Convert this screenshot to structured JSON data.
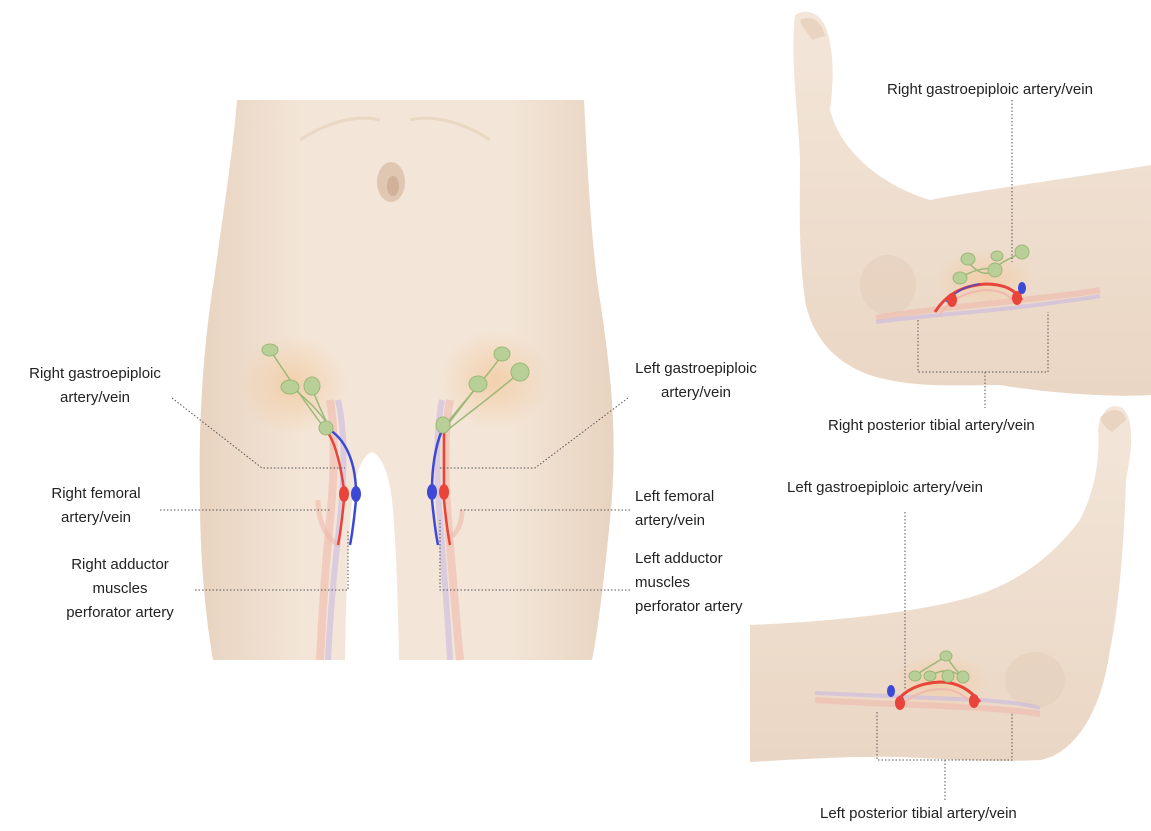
{
  "labels": {
    "torso_right_gastro_line1": "Right gastroepiploic",
    "torso_right_gastro_line2": "artery/vein",
    "torso_right_femoral_line1": "Right femoral",
    "torso_right_femoral_line2": "artery/vein",
    "torso_right_adductor_line1": "Right adductor",
    "torso_right_adductor_line2": "muscles",
    "torso_right_adductor_line3": "perforator artery",
    "torso_left_gastro_line1": "Left gastroepiploic",
    "torso_left_gastro_line2": "artery/vein",
    "torso_left_femoral_line1": "Left femoral",
    "torso_left_femoral_line2": "artery/vein",
    "torso_left_adductor_line1": "Left adductor",
    "torso_left_adductor_line2": "muscles",
    "torso_left_adductor_line3": "perforator artery",
    "foot_top_gastro": "Right gastroepiploic artery/vein",
    "foot_top_tibial": "Right posterior tibial artery/vein",
    "foot_bottom_gastro": "Left gastroepiploic artery/vein",
    "foot_bottom_tibial": "Left posterior tibial artery/vein"
  },
  "colors": {
    "skin": "#f1e1d2",
    "skin_shadow": "#e3cbb6",
    "artery": "#e8443a",
    "vein": "#3d49d6",
    "node": "#b9cf98",
    "leader": "#555555"
  }
}
